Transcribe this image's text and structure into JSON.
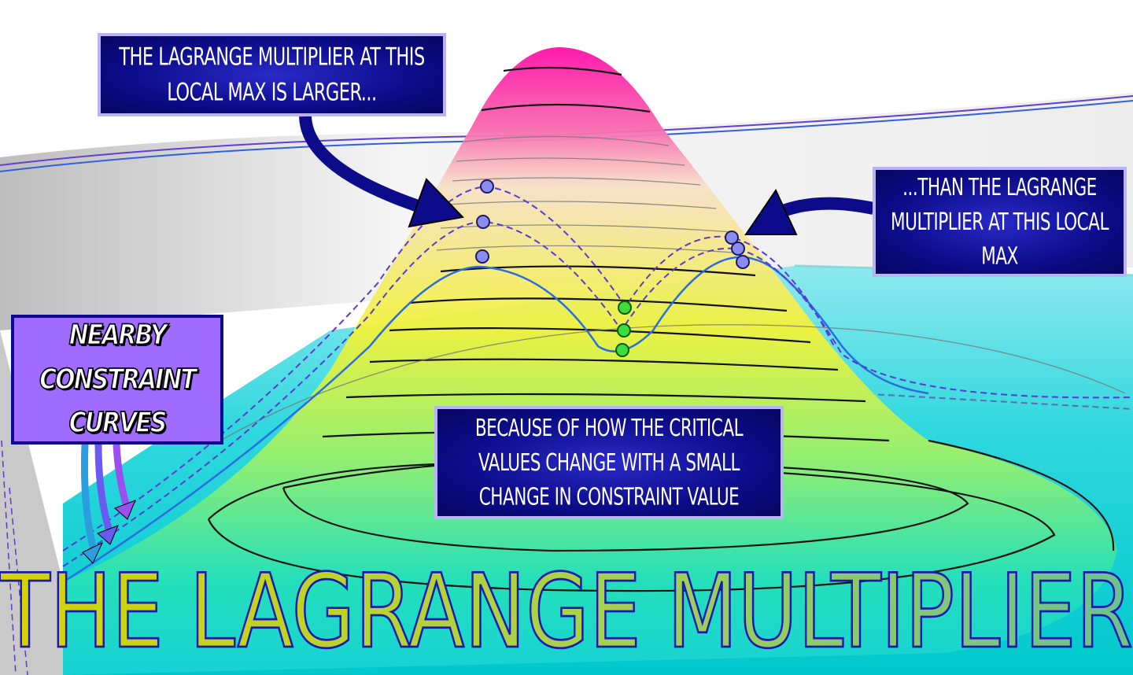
{
  "callouts": {
    "top_left": "The Lagrange multiplier at this local max is larger...",
    "right": "...than the Lagrange multiplier at this local max",
    "bottom": "Because of how the critical values change with a small change in constraint value",
    "left": "Nearby constraint curves"
  },
  "title": "The Lagrange Multiplier",
  "colors": {
    "box_bg": "#0c0c8a",
    "box_border": "#b9b2f5",
    "label_purple": "#9f6cff",
    "plane": "#19d3d8",
    "peak": "#ff1aa8",
    "max_point": "#8c8cf0",
    "min_point": "#3bdc3b"
  }
}
